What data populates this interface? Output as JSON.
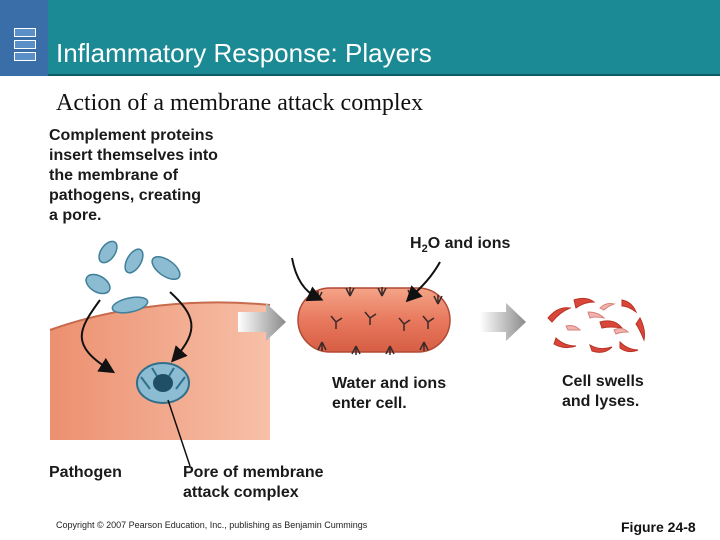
{
  "header": {
    "title": "Inflammatory Response: Players"
  },
  "slide": {
    "subtitle": "Action of a membrane attack complex"
  },
  "diagram": {
    "intro_text": [
      "Complement proteins",
      "insert themselves into",
      "the membrane of",
      "pathogens, creating",
      "a pore."
    ],
    "h2o_prefix": "H",
    "h2o_sub": "2",
    "h2o_suffix": "O and ions",
    "water_label": [
      "Water and ions",
      "enter cell."
    ],
    "swell_label": [
      "Cell swells",
      "and lyses."
    ],
    "pathogen_label": "Pathogen",
    "pore_label": [
      "Pore of membrane",
      "attack complex"
    ]
  },
  "footer": {
    "copyright": "Copyright © 2007 Pearson Education, Inc., publishing as Benjamin Cummings",
    "figure": "Figure 24-8"
  },
  "colors": {
    "header": "#1b8a94",
    "logo": "#3a6ea8",
    "pathogen": "#f2a180",
    "protein": "#8cbcd2",
    "cell": "#e8795e",
    "fragment": "#d9473a"
  }
}
